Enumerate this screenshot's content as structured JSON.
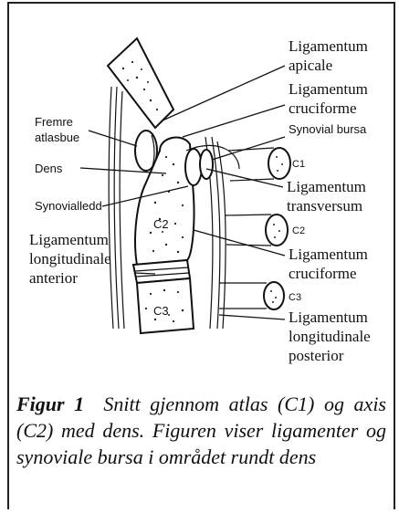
{
  "labels": {
    "lig_apicale_1": "Ligamentum",
    "lig_apicale_2": "apicale",
    "lig_cruciforme_top_1": "Ligamentum",
    "lig_cruciforme_top_2": "cruciforme",
    "synovial_bursa": "Synovial bursa",
    "fremre_1": "Fremre",
    "fremre_2": "atlasbue",
    "dens": "Dens",
    "synovialledd": "Synovialledd",
    "c1": "C1",
    "lig_transversum_1": "Ligamentum",
    "lig_transversum_2": "transversum",
    "c2_side": "C2",
    "c2_bone": "C2",
    "lig_long_ant_1": "Ligamentum",
    "lig_long_ant_2": "longitudinale",
    "lig_long_ant_3": "anterior",
    "lig_cruciforme_bot_1": "Ligamentum",
    "lig_cruciforme_bot_2": "cruciforme",
    "c3_side": "C3",
    "c3_bone": "C3",
    "lig_long_post_1": "Ligamentum",
    "lig_long_post_2": "longitudinale",
    "lig_long_post_3": "posterior"
  },
  "caption": {
    "figure_label": "Figur 1",
    "text": "Snitt gjennom atlas (C1) og axis (C2) med dens. Figuren viser ligamenter og synoviale bursa i området rundt dens"
  }
}
